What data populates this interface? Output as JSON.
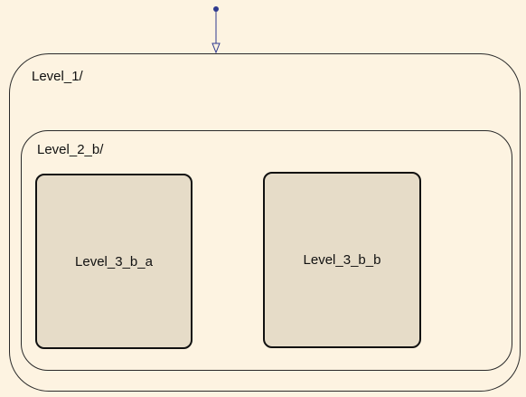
{
  "diagram": {
    "states": {
      "level1": {
        "label": "Level_1/"
      },
      "level2": {
        "label": "Level_2_b/"
      },
      "level3a": {
        "label": "Level_3_b_a"
      },
      "level3b": {
        "label": "Level_3_b_b"
      }
    },
    "colors": {
      "background": "#fdf3e1",
      "leaf_fill": "#e6dcc8",
      "border": "#111111",
      "transition": "#2f3a8f"
    }
  }
}
